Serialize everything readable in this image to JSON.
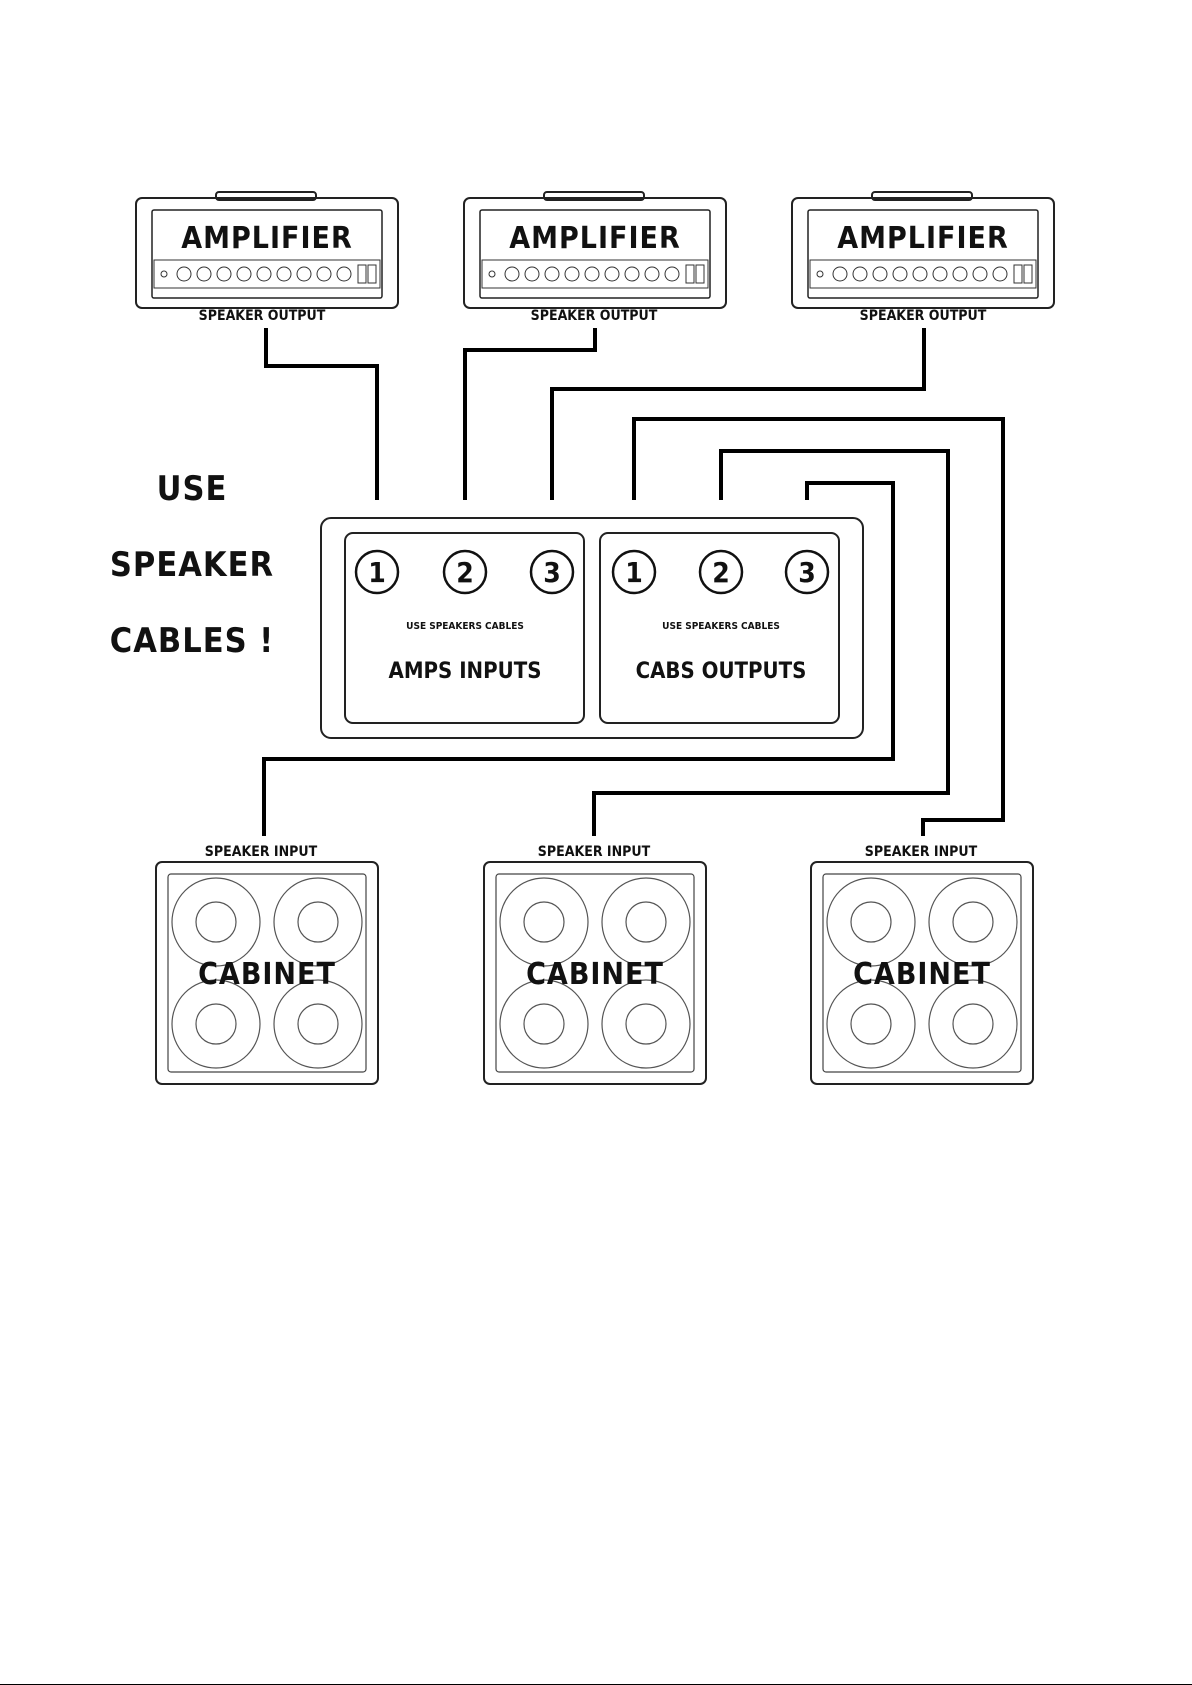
{
  "amplifiers": [
    {
      "title": "AMPLIFIER",
      "port_label": "SPEAKER OUTPUT"
    },
    {
      "title": "AMPLIFIER",
      "port_label": "SPEAKER OUTPUT"
    },
    {
      "title": "AMPLIFIER",
      "port_label": "SPEAKER OUTPUT"
    }
  ],
  "cabinets": [
    {
      "title": "CABINET",
      "port_label": "SPEAKER INPUT"
    },
    {
      "title": "CABINET",
      "port_label": "SPEAKER INPUT"
    },
    {
      "title": "CABINET",
      "port_label": "SPEAKER INPUT"
    }
  ],
  "side_note": [
    "USE",
    "SPEAKER",
    "CABLES !"
  ],
  "switcher": {
    "amps_panel": {
      "title": "AMPS INPUTS",
      "note": "USE SPEAKERS CABLES",
      "ports": [
        "1",
        "2",
        "3"
      ]
    },
    "cabs_panel": {
      "title": "CABS OUTPUTS",
      "note": "USE SPEAKERS CABLES",
      "ports": [
        "1",
        "2",
        "3"
      ]
    }
  }
}
